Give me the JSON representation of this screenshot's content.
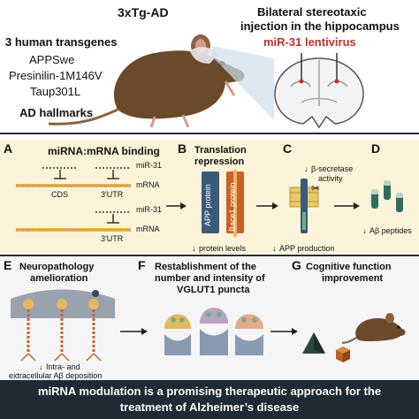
{
  "top": {
    "mouse_model": "3xTg-AD",
    "transgenes_title": "3 human transgenes",
    "transgenes": [
      "APPSwe",
      "Presinilin-1M146V",
      "Taup301L"
    ],
    "hallmarks": "AD hallmarks",
    "injection_line1": "Bilateral stereotaxic",
    "injection_line2": "injection in the hippocampus",
    "vector": "miR-31 lentivirus"
  },
  "panelA": {
    "letter": "A",
    "title": "miRNA:mRNA binding",
    "rows": [
      {
        "mirna": "miR-31",
        "mrna": "mRNA",
        "cds": "CDS",
        "utr": "3'UTR"
      },
      {
        "mirna": "miR-31",
        "mrna": "mRNA",
        "utr": "3'UTR"
      }
    ]
  },
  "panelB": {
    "letter": "B",
    "title_line1": "Translation",
    "title_line2": "repression",
    "protein1": "APP protein",
    "protein2": "Bace1 protein",
    "caption": "protein levels"
  },
  "panelC": {
    "letter": "C",
    "caption_line1": "β-secretase",
    "caption_line2": "activity",
    "caption2": "APP production"
  },
  "panelD": {
    "letter": "D",
    "caption": "Aβ peptides"
  },
  "panelE": {
    "letter": "E",
    "title_line1": "Neuropathology",
    "title_line2": "amelioration",
    "caption_line1": "Intra- and",
    "caption_line2": "extracellular Aβ deposition"
  },
  "panelF": {
    "letter": "F",
    "title_line1": "Restablishment of the",
    "title_line2": "number and intensity of",
    "title_line3": "VGLUT1 puncta"
  },
  "panelG": {
    "letter": "G",
    "title": "Cognitive function",
    "title_line2": "improvement"
  },
  "footer": {
    "line1": "miRNA modulation is a promising therapeutic approach for the",
    "line2": "treatment of Alzheimer’s disease"
  },
  "colors": {
    "accent_red": "#c0302b",
    "panel_yellow": "#fbf4d8",
    "footer_bg": "#1f2a33",
    "mouse_brown": "#6b4a2c",
    "protein_blue": "#3a5a7a",
    "protein_orange": "#c8622a"
  },
  "icons": [
    "mouse-illustration",
    "brain-section",
    "syringe-icon",
    "scissors-icon",
    "neuron-icon",
    "synapse-icon",
    "pyramid-icon",
    "cube-icon",
    "arrow-right-icon",
    "arrow-down-icon"
  ]
}
